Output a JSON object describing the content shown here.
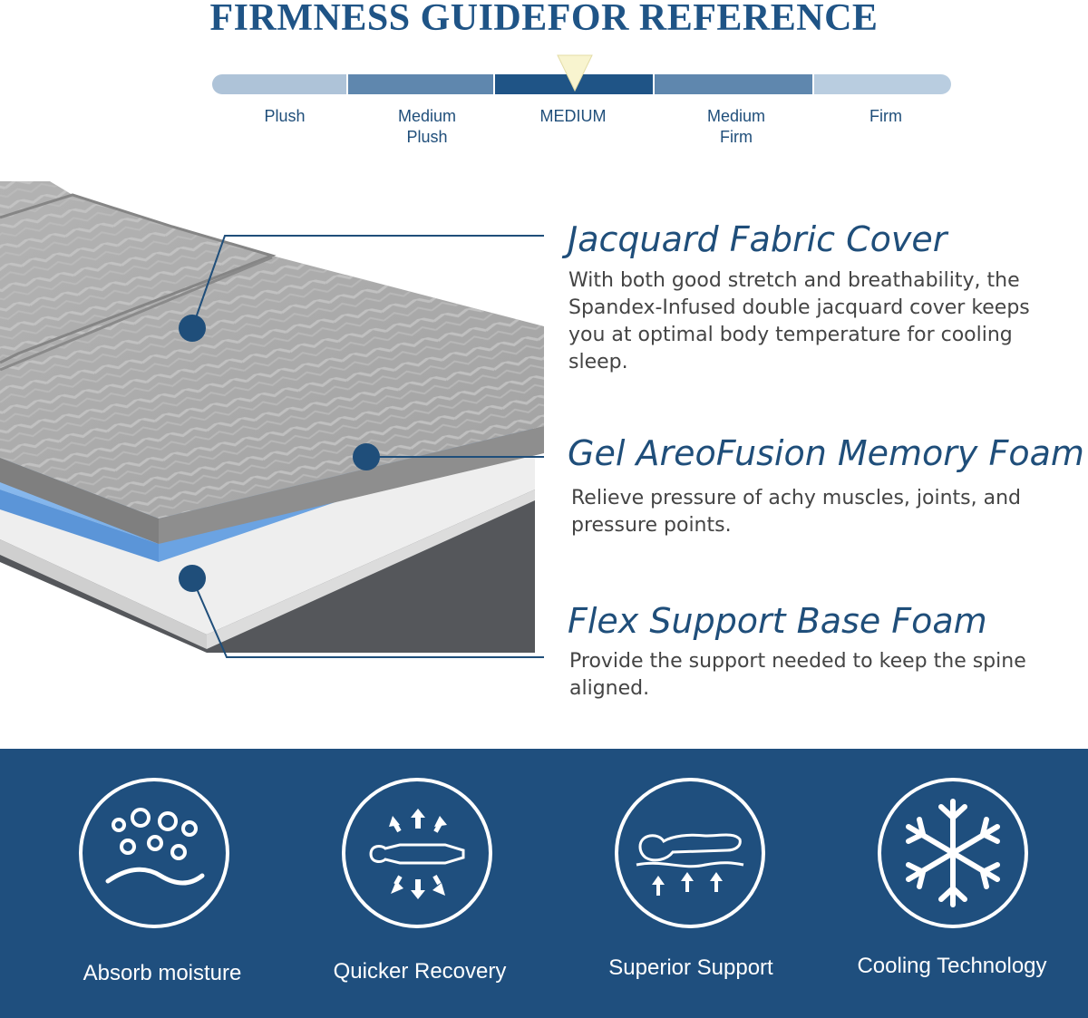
{
  "title": "FIRMNESS GUIDEFOR REFERENCE",
  "firmness_scale": {
    "selected": "MEDIUM",
    "segments": [
      {
        "label": "Plush",
        "color": "#aec3d8"
      },
      {
        "label": "Medium Plush",
        "color": "#5f87ae"
      },
      {
        "label": "MEDIUM",
        "color": "#1f5486"
      },
      {
        "label": "Medium Firm",
        "color": "#5f87ae"
      },
      {
        "label": "Firm",
        "color": "#b9cde0"
      }
    ],
    "labels": {
      "plush": "Plush",
      "medium_plush_1": "Medium",
      "medium_plush_2": "Plush",
      "medium": "MEDIUM",
      "medium_firm_1": "Medium",
      "medium_firm_2": "Firm",
      "firm": "Firm"
    }
  },
  "layers": [
    {
      "title": "Jacquard Fabric Cover",
      "lines": [
        "With both good stretch and breathability, the",
        "Spandex-Infused double jacquard cover keeps",
        "you at optimal body temperature for cooling",
        "sleep."
      ]
    },
    {
      "title": "Gel AreoFusion Memory Foam",
      "lines": [
        "Relieve pressure of achy muscles, joints, and",
        "pressure points."
      ]
    },
    {
      "title": "Flex Support Base Foam",
      "lines": [
        "Provide the support needed to keep the spine",
        "aligned."
      ]
    }
  ],
  "features": [
    {
      "label": "Absorb moisture",
      "icon": "droplets-wave-icon"
    },
    {
      "label": "Quicker Recovery",
      "icon": "body-arrows-icon"
    },
    {
      "label": "Superior Support",
      "icon": "body-support-icon"
    },
    {
      "label": "Cooling Technology",
      "icon": "snowflake-icon"
    }
  ],
  "colors": {
    "brand_blue": "#1f5486",
    "panel_blue": "#1f4f7e",
    "gel_blue": "#7fb0e8",
    "cover_gray": "#a9a9a9",
    "base_gray": "#55575b"
  }
}
